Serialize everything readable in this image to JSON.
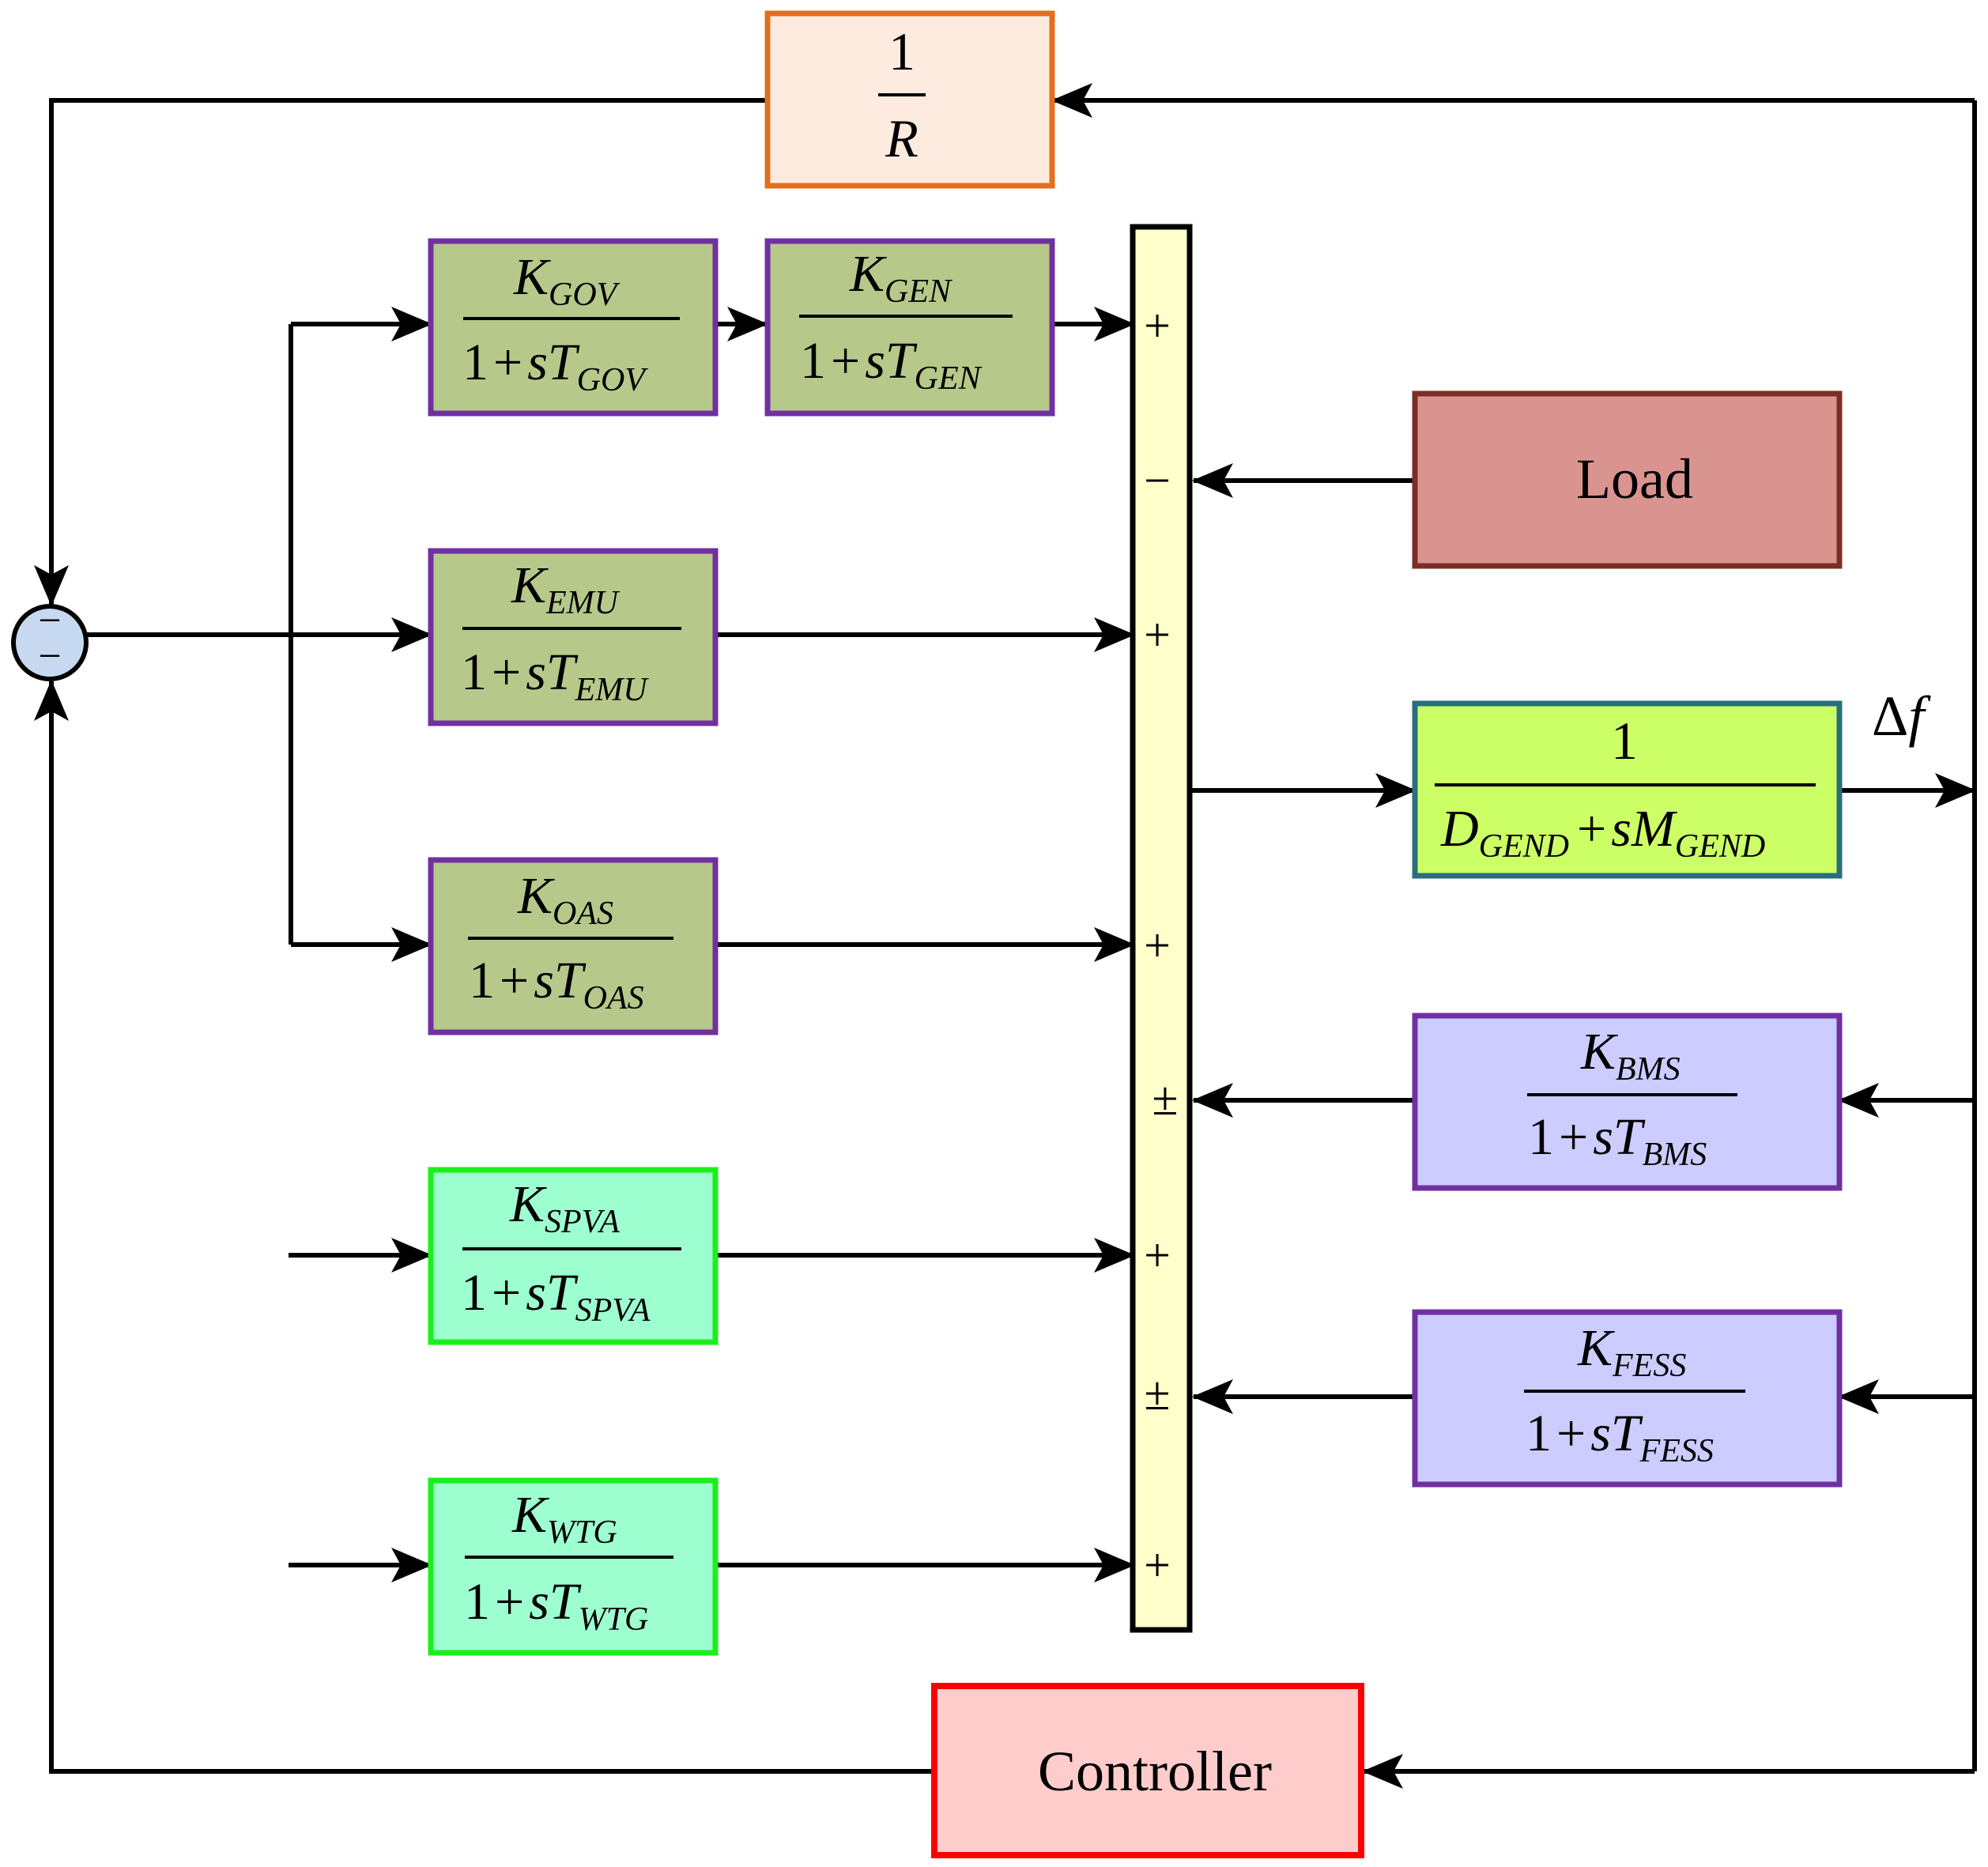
{
  "colors": {
    "orange_fill": "#fdebe0",
    "orange_border": "#e07020",
    "olive_fill": "#b7c98a",
    "purple_border": "#7030a0",
    "green_fill": "#9dffd0",
    "green_border": "#19f019",
    "rose_fill": "#da9490",
    "rose_border": "#7b2e25",
    "lime_fill": "#ccff66",
    "teal_border": "#2a6e7d",
    "lavender_fill": "#ccccff",
    "pink_fill": "#ffcccc",
    "red_border": "#ff0000",
    "bus_fill": "#ffffcc",
    "sum_fill": "#c6d9f0"
  },
  "blocks": {
    "droop": {
      "num": "1",
      "den": "R"
    },
    "gov": {
      "K": "K",
      "Ksub": "GOV",
      "one": "1",
      "plus": "+",
      "s": "s",
      "T": "T",
      "Tsub": "GOV"
    },
    "gen": {
      "K": "K",
      "Ksub": "GEN",
      "one": "1",
      "plus": "+",
      "s": "s",
      "T": "T",
      "Tsub": "GEN"
    },
    "emu": {
      "K": "K",
      "Ksub": "EMU",
      "one": "1",
      "plus": "+",
      "s": "s",
      "T": "T",
      "Tsub": "EMU"
    },
    "oas": {
      "K": "K",
      "Ksub": "OAS",
      "one": "1",
      "plus": "+",
      "s": "s",
      "T": "T",
      "Tsub": "OAS"
    },
    "spva": {
      "K": "K",
      "Ksub": "SPVA",
      "one": "1",
      "plus": "+",
      "s": "s",
      "T": "T",
      "Tsub": "SPVA"
    },
    "wtg": {
      "K": "K",
      "Ksub": "WTG",
      "one": "1",
      "plus": "+",
      "s": "s",
      "T": "T",
      "Tsub": "WTG"
    },
    "bms": {
      "K": "K",
      "Ksub": "BMS",
      "one": "1",
      "plus": "+",
      "s": "s",
      "T": "T",
      "Tsub": "BMS"
    },
    "fess": {
      "K": "K",
      "Ksub": "FESS",
      "one": "1",
      "plus": "+",
      "s": "s",
      "T": "T",
      "Tsub": "FESS"
    },
    "load": {
      "label": "Load"
    },
    "plant": {
      "num": "1",
      "D": "D",
      "Dsub": "GEND",
      "plus": "+",
      "s": "s",
      "M": "M",
      "Msub": "GEND"
    },
    "controller": {
      "label": "Controller"
    }
  },
  "signs": {
    "gen": "+",
    "load": "−",
    "emu": "+",
    "oas": "+",
    "bms": "±",
    "spva": "+",
    "fess": "±",
    "wtg": "+"
  },
  "junction": {
    "top": "−",
    "bottom": "−"
  },
  "output": {
    "delta": "Δ",
    "f": "f"
  }
}
